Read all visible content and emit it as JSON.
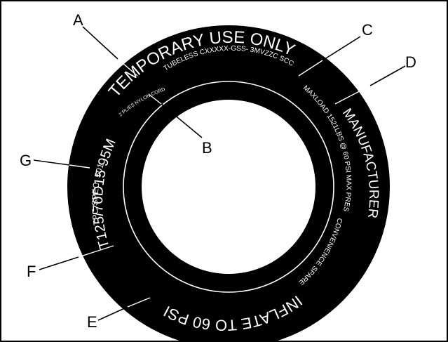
{
  "diagram": {
    "colors": {
      "tire": "#000000",
      "text": "#ffffff",
      "rim": "#ffffff",
      "background": "#ffffff",
      "border": "#000000"
    },
    "markings": {
      "temporary_use": "TEMPORARY USE ONLY",
      "tubeless": "TUBELESS CXXXXX-GSS- 3MVZZC SCC",
      "plies": "2 PLIES NYLON CORD",
      "maxload": "MAXLOAD 1521LBS @ 60 PSI MAX PRESS",
      "manufacturer": "MANUFACTURER",
      "convenience": "CONVENIENCE SPARE",
      "inflate": "INFLATE TO 60 PSI",
      "size": "T125/70D15  95M",
      "tpc_spec": "TPC SPEC. 501"
    },
    "callouts": [
      "A",
      "B",
      "C",
      "D",
      "E",
      "F",
      "G"
    ]
  }
}
